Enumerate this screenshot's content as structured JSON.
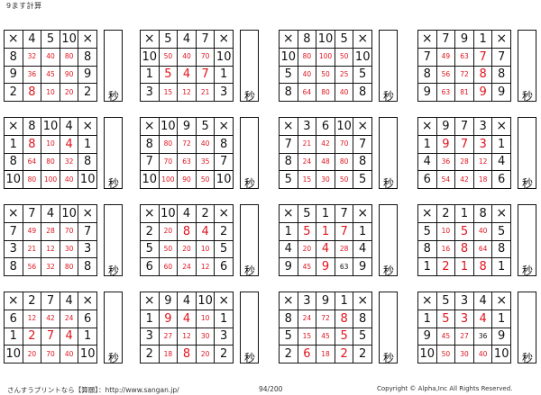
{
  "page": {
    "title": "9ます計算",
    "seconds_label": "秒",
    "op_symbol": "×"
  },
  "colors": {
    "answer_red": "#e0141e",
    "ink": "#111111"
  },
  "blocks": [
    {
      "top": [
        4,
        5,
        10
      ],
      "rows": [
        {
          "l": 8,
          "r": 8,
          "v": [
            {
              "n": 32,
              "red": true
            },
            {
              "n": 40,
              "red": true
            },
            {
              "n": 80,
              "red": true
            }
          ]
        },
        {
          "l": 9,
          "r": 9,
          "v": [
            {
              "n": 36,
              "red": true
            },
            {
              "n": 45,
              "red": true
            },
            {
              "n": 90,
              "red": true
            }
          ]
        },
        {
          "l": 2,
          "r": 2,
          "v": [
            {
              "n": 8,
              "red": true
            },
            {
              "n": 10,
              "red": true
            },
            {
              "n": 20,
              "red": true
            }
          ]
        }
      ]
    },
    {
      "top": [
        5,
        4,
        7
      ],
      "rows": [
        {
          "l": 10,
          "r": 10,
          "v": [
            {
              "n": 50,
              "red": true
            },
            {
              "n": 40,
              "red": true
            },
            {
              "n": 70,
              "red": true
            }
          ]
        },
        {
          "l": 1,
          "r": 1,
          "v": [
            {
              "n": 5,
              "red": true
            },
            {
              "n": 4,
              "red": true
            },
            {
              "n": 7,
              "red": true
            }
          ]
        },
        {
          "l": 3,
          "r": 3,
          "v": [
            {
              "n": 15,
              "red": true
            },
            {
              "n": 12,
              "red": true
            },
            {
              "n": 21,
              "red": true
            }
          ]
        }
      ]
    },
    {
      "top": [
        8,
        10,
        5
      ],
      "rows": [
        {
          "l": 10,
          "r": 10,
          "v": [
            {
              "n": 80,
              "red": true
            },
            {
              "n": 100,
              "red": true
            },
            {
              "n": 50,
              "red": true
            }
          ]
        },
        {
          "l": 5,
          "r": 5,
          "v": [
            {
              "n": 40,
              "red": true
            },
            {
              "n": 50,
              "red": true
            },
            {
              "n": 25,
              "red": true
            }
          ]
        },
        {
          "l": 8,
          "r": 8,
          "v": [
            {
              "n": 64,
              "red": true
            },
            {
              "n": 80,
              "red": true
            },
            {
              "n": 40,
              "red": true
            }
          ]
        }
      ]
    },
    {
      "top": [
        7,
        9,
        1
      ],
      "rows": [
        {
          "l": 7,
          "r": 7,
          "v": [
            {
              "n": 49,
              "red": true
            },
            {
              "n": 63,
              "red": true
            },
            {
              "n": 7,
              "red": true
            }
          ]
        },
        {
          "l": 8,
          "r": 8,
          "v": [
            {
              "n": 56,
              "red": true
            },
            {
              "n": 72,
              "red": true
            },
            {
              "n": 8,
              "red": true
            }
          ]
        },
        {
          "l": 9,
          "r": 9,
          "v": [
            {
              "n": 63,
              "red": true
            },
            {
              "n": 81,
              "red": true
            },
            {
              "n": 9,
              "red": true
            }
          ]
        }
      ]
    },
    {
      "top": [
        8,
        10,
        4
      ],
      "rows": [
        {
          "l": 1,
          "r": 1,
          "v": [
            {
              "n": 8,
              "red": true
            },
            {
              "n": 10,
              "red": true
            },
            {
              "n": 4,
              "red": true
            }
          ]
        },
        {
          "l": 8,
          "r": 8,
          "v": [
            {
              "n": 64,
              "red": true
            },
            {
              "n": 80,
              "red": true
            },
            {
              "n": 32,
              "red": true
            }
          ]
        },
        {
          "l": 10,
          "r": 10,
          "v": [
            {
              "n": 80,
              "red": true
            },
            {
              "n": 100,
              "red": true
            },
            {
              "n": 40,
              "red": true
            }
          ]
        }
      ]
    },
    {
      "top": [
        10,
        9,
        5
      ],
      "rows": [
        {
          "l": 8,
          "r": 8,
          "v": [
            {
              "n": 80,
              "red": true
            },
            {
              "n": 72,
              "red": true
            },
            {
              "n": 40,
              "red": true
            }
          ]
        },
        {
          "l": 7,
          "r": 7,
          "v": [
            {
              "n": 70,
              "red": true
            },
            {
              "n": 63,
              "red": true
            },
            {
              "n": 35,
              "red": true
            }
          ]
        },
        {
          "l": 10,
          "r": 10,
          "v": [
            {
              "n": 100,
              "red": true
            },
            {
              "n": 90,
              "red": true
            },
            {
              "n": 50,
              "red": true
            }
          ]
        }
      ]
    },
    {
      "top": [
        3,
        6,
        10
      ],
      "rows": [
        {
          "l": 7,
          "r": 7,
          "v": [
            {
              "n": 21,
              "red": true
            },
            {
              "n": 42,
              "red": true
            },
            {
              "n": 70,
              "red": true
            }
          ]
        },
        {
          "l": 8,
          "r": 8,
          "v": [
            {
              "n": 24,
              "red": true
            },
            {
              "n": 48,
              "red": true
            },
            {
              "n": 80,
              "red": true
            }
          ]
        },
        {
          "l": 5,
          "r": 5,
          "v": [
            {
              "n": 15,
              "red": true
            },
            {
              "n": 30,
              "red": true
            },
            {
              "n": 50,
              "red": true
            }
          ]
        }
      ]
    },
    {
      "top": [
        9,
        7,
        3
      ],
      "rows": [
        {
          "l": 1,
          "r": 1,
          "v": [
            {
              "n": 9,
              "red": true
            },
            {
              "n": 7,
              "red": true
            },
            {
              "n": 3,
              "red": true
            }
          ]
        },
        {
          "l": 4,
          "r": 4,
          "v": [
            {
              "n": 36,
              "red": true
            },
            {
              "n": 28,
              "red": true
            },
            {
              "n": 12,
              "red": true
            }
          ]
        },
        {
          "l": 6,
          "r": 6,
          "v": [
            {
              "n": 54,
              "red": true
            },
            {
              "n": 42,
              "red": true
            },
            {
              "n": 18,
              "red": true
            }
          ]
        }
      ]
    },
    {
      "top": [
        7,
        4,
        10
      ],
      "rows": [
        {
          "l": 7,
          "r": 7,
          "v": [
            {
              "n": 49,
              "red": true
            },
            {
              "n": 28,
              "red": true
            },
            {
              "n": 70,
              "red": true
            }
          ]
        },
        {
          "l": 3,
          "r": 3,
          "v": [
            {
              "n": 21,
              "red": true
            },
            {
              "n": 12,
              "red": true
            },
            {
              "n": 30,
              "red": true
            }
          ]
        },
        {
          "l": 8,
          "r": 8,
          "v": [
            {
              "n": 56,
              "red": true
            },
            {
              "n": 32,
              "red": true
            },
            {
              "n": 80,
              "red": true
            }
          ]
        }
      ]
    },
    {
      "top": [
        10,
        4,
        2
      ],
      "rows": [
        {
          "l": 2,
          "r": 2,
          "v": [
            {
              "n": 20,
              "red": true
            },
            {
              "n": 8,
              "red": true
            },
            {
              "n": 4,
              "red": true
            }
          ]
        },
        {
          "l": 5,
          "r": 5,
          "v": [
            {
              "n": 50,
              "red": true
            },
            {
              "n": 20,
              "red": true
            },
            {
              "n": 10,
              "red": true
            }
          ]
        },
        {
          "l": 6,
          "r": 6,
          "v": [
            {
              "n": 60,
              "red": true
            },
            {
              "n": 24,
              "red": true
            },
            {
              "n": 12,
              "red": true
            }
          ]
        }
      ]
    },
    {
      "top": [
        5,
        1,
        7
      ],
      "rows": [
        {
          "l": 1,
          "r": 1,
          "v": [
            {
              "n": 5,
              "red": true
            },
            {
              "n": 1,
              "red": true
            },
            {
              "n": 7,
              "red": true
            }
          ]
        },
        {
          "l": 4,
          "r": 4,
          "v": [
            {
              "n": 20,
              "red": true
            },
            {
              "n": 4,
              "red": true
            },
            {
              "n": 28,
              "red": true
            }
          ]
        },
        {
          "l": 9,
          "r": 9,
          "v": [
            {
              "n": 45,
              "red": true
            },
            {
              "n": 9,
              "red": true
            },
            {
              "n": 63,
              "red": false
            }
          ]
        }
      ]
    },
    {
      "top": [
        2,
        1,
        8
      ],
      "rows": [
        {
          "l": 5,
          "r": 5,
          "v": [
            {
              "n": 10,
              "red": true
            },
            {
              "n": 5,
              "red": true
            },
            {
              "n": 40,
              "red": true
            }
          ]
        },
        {
          "l": 8,
          "r": 8,
          "v": [
            {
              "n": 16,
              "red": true
            },
            {
              "n": 8,
              "red": true
            },
            {
              "n": 64,
              "red": true
            }
          ]
        },
        {
          "l": 1,
          "r": 1,
          "v": [
            {
              "n": 2,
              "red": true
            },
            {
              "n": 1,
              "red": true
            },
            {
              "n": 8,
              "red": true
            }
          ]
        }
      ]
    },
    {
      "top": [
        2,
        7,
        4
      ],
      "rows": [
        {
          "l": 6,
          "r": 6,
          "v": [
            {
              "n": 12,
              "red": true
            },
            {
              "n": 42,
              "red": true
            },
            {
              "n": 24,
              "red": true
            }
          ]
        },
        {
          "l": 1,
          "r": 1,
          "v": [
            {
              "n": 2,
              "red": true
            },
            {
              "n": 7,
              "red": true
            },
            {
              "n": 4,
              "red": true
            }
          ]
        },
        {
          "l": 10,
          "r": 10,
          "v": [
            {
              "n": 20,
              "red": true
            },
            {
              "n": 70,
              "red": true
            },
            {
              "n": 40,
              "red": true
            }
          ]
        }
      ]
    },
    {
      "top": [
        9,
        4,
        10
      ],
      "rows": [
        {
          "l": 1,
          "r": 1,
          "v": [
            {
              "n": 9,
              "red": true
            },
            {
              "n": 4,
              "red": true
            },
            {
              "n": 10,
              "red": true
            }
          ]
        },
        {
          "l": 3,
          "r": 3,
          "v": [
            {
              "n": 27,
              "red": true
            },
            {
              "n": 12,
              "red": true
            },
            {
              "n": 30,
              "red": true
            }
          ]
        },
        {
          "l": 2,
          "r": 2,
          "v": [
            {
              "n": 18,
              "red": true
            },
            {
              "n": 8,
              "red": true
            },
            {
              "n": 20,
              "red": true
            }
          ]
        }
      ]
    },
    {
      "top": [
        3,
        9,
        1
      ],
      "rows": [
        {
          "l": 8,
          "r": 8,
          "v": [
            {
              "n": 24,
              "red": true
            },
            {
              "n": 72,
              "red": true
            },
            {
              "n": 8,
              "red": true
            }
          ]
        },
        {
          "l": 5,
          "r": 5,
          "v": [
            {
              "n": 15,
              "red": true
            },
            {
              "n": 45,
              "red": true
            },
            {
              "n": 5,
              "red": true
            }
          ]
        },
        {
          "l": 2,
          "r": 2,
          "v": [
            {
              "n": 6,
              "red": true
            },
            {
              "n": 18,
              "red": true
            },
            {
              "n": 2,
              "red": true
            }
          ]
        }
      ]
    },
    {
      "top": [
        5,
        3,
        4
      ],
      "rows": [
        {
          "l": 1,
          "r": 1,
          "v": [
            {
              "n": 5,
              "red": true
            },
            {
              "n": 3,
              "red": true
            },
            {
              "n": 4,
              "red": true
            }
          ]
        },
        {
          "l": 9,
          "r": 9,
          "v": [
            {
              "n": 45,
              "red": true
            },
            {
              "n": 27,
              "red": true
            },
            {
              "n": 36,
              "red": false
            }
          ]
        },
        {
          "l": 10,
          "r": 10,
          "v": [
            {
              "n": 50,
              "red": true
            },
            {
              "n": 30,
              "red": true
            },
            {
              "n": 40,
              "red": true
            }
          ]
        }
      ]
    }
  ],
  "footer": {
    "left": "さんすうプリントなら【算願】：http://www.sangan.jp/",
    "page_number": "94/200",
    "copyright": "Copyright © Alpha,Inc All Rights Reserved."
  }
}
